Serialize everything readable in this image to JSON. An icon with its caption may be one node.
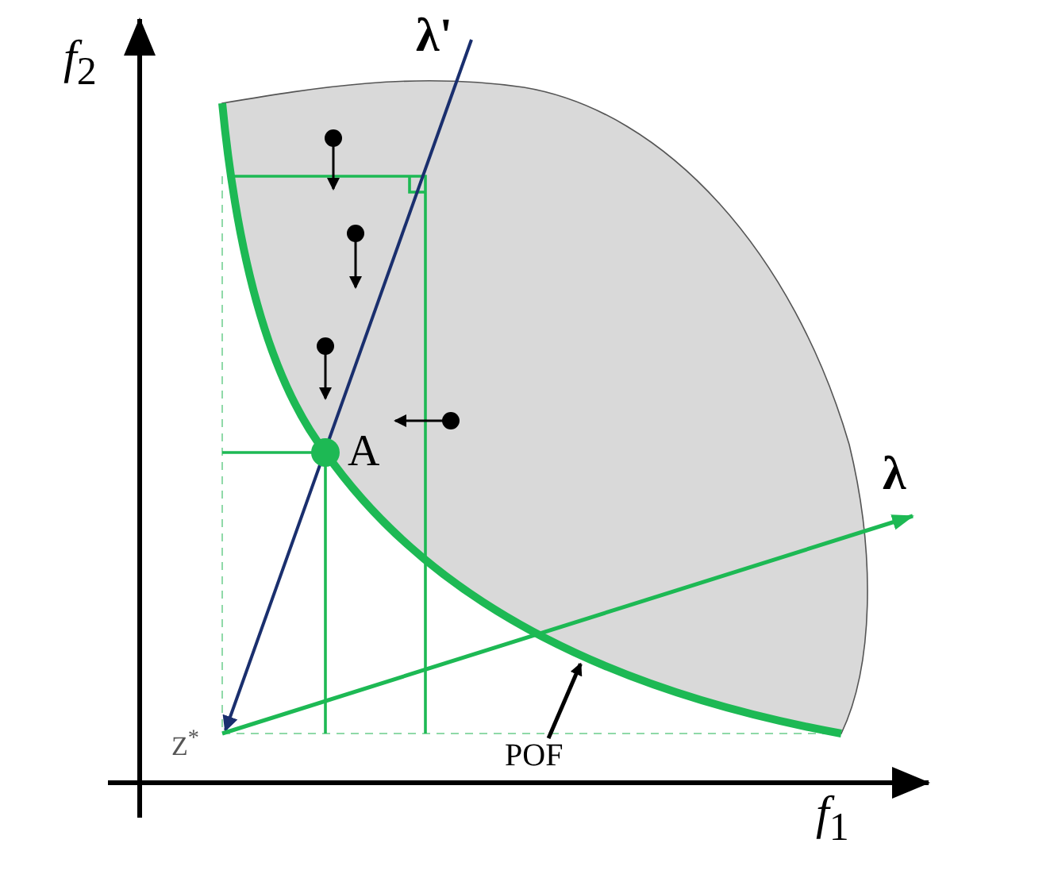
{
  "diagram": {
    "nodes": [
      {
        "text": [
          "POF"
        ]
      },
      {
        "text": [],
        "shape": "line"
      }
    ],
    "edges": [
      {
        "from": 0,
        "to": 1,
        "arrow": "to"
      }
    ],
    "labels": [
      "*f*$_{2}$",
      "λ'",
      "A",
      "λ",
      "Z$^{*}$",
      "*f*$_{1}$"
    ]
  }
}
